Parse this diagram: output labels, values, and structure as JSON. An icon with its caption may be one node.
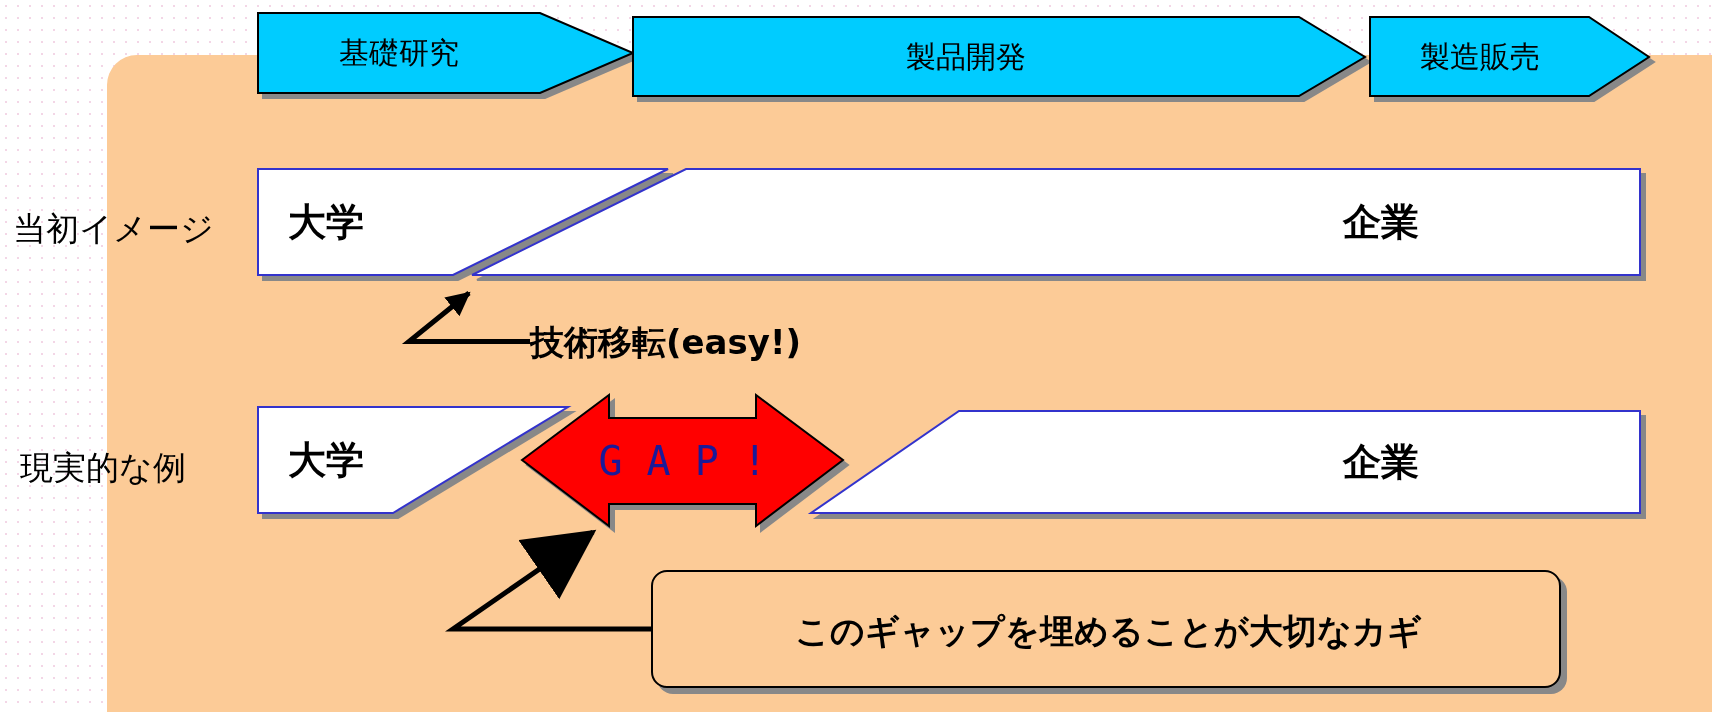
{
  "diagram": {
    "nodes": [
      {
        "text": [
          "基礎研究"
        ]
      },
      {
        "text": [
          "製品開発"
        ]
      },
      {
        "text": [
          "製造販売"
        ]
      },
      {
        "text": [
          "大学"
        ]
      },
      {
        "text": [
          "企業"
        ]
      },
      {
        "text": [
          "技術移転(easy!)"
        ]
      },
      {
        "text": [
          "大学"
        ]
      },
      {
        "text": [
          "GAP!"
        ]
      },
      {
        "text": [
          "企業"
        ]
      },
      {
        "text": [
          "このギャップを埋めることが大切なカギ"
        ]
      }
    ],
    "edges": [
      {
        "from": 5,
        "to": 3,
        "arrow": "to"
      },
      {
        "from": 9,
        "to": 7,
        "arrow": "to"
      }
    ],
    "labels": [
      "当初イメージ",
      "現実的な例"
    ]
  }
}
